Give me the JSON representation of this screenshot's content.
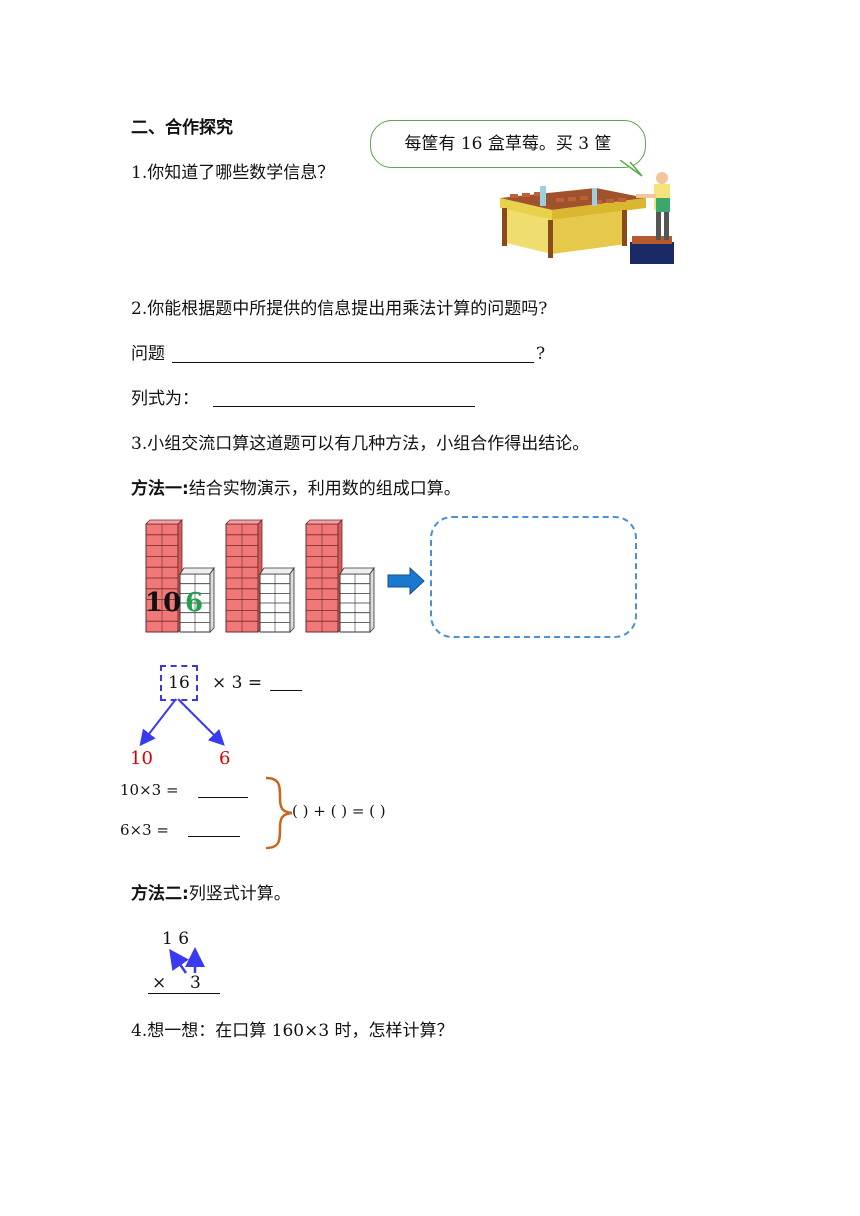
{
  "section_title": "二、合作探究",
  "q1": {
    "text": "1.你知道了哪些数学信息？"
  },
  "bubble": {
    "text": "每筐有 16 盒草莓。买 3 筐"
  },
  "q2": {
    "text": "2.你能根据题中所提供的信息提出用乘法计算的问题吗?",
    "question_label": "问题",
    "question_end": "?",
    "formula_label": "列式为："
  },
  "q3": {
    "text": "3.小组交流口算这道题可以有几种方法，小组合作得出结论。"
  },
  "method1": {
    "title": "方法一:",
    "text": "结合实物演示，利用数的组成口算。",
    "label_ten": "10",
    "label_six": "6",
    "expr_num": "16",
    "expr_rest": "×  3 =",
    "split_left": "10",
    "split_right": "6",
    "eq1": "10×3 =",
    "eq2": "6×3 =",
    "combine": "(          ) + (        ) = (         )"
  },
  "method2": {
    "title": "方法二:",
    "text": "列竖式计算。",
    "top_digits": "1   6",
    "times": "×",
    "bottom_digit": "3"
  },
  "q4": {
    "text": "4.想一想：在口算 160×3 时，怎样计算？"
  }
}
